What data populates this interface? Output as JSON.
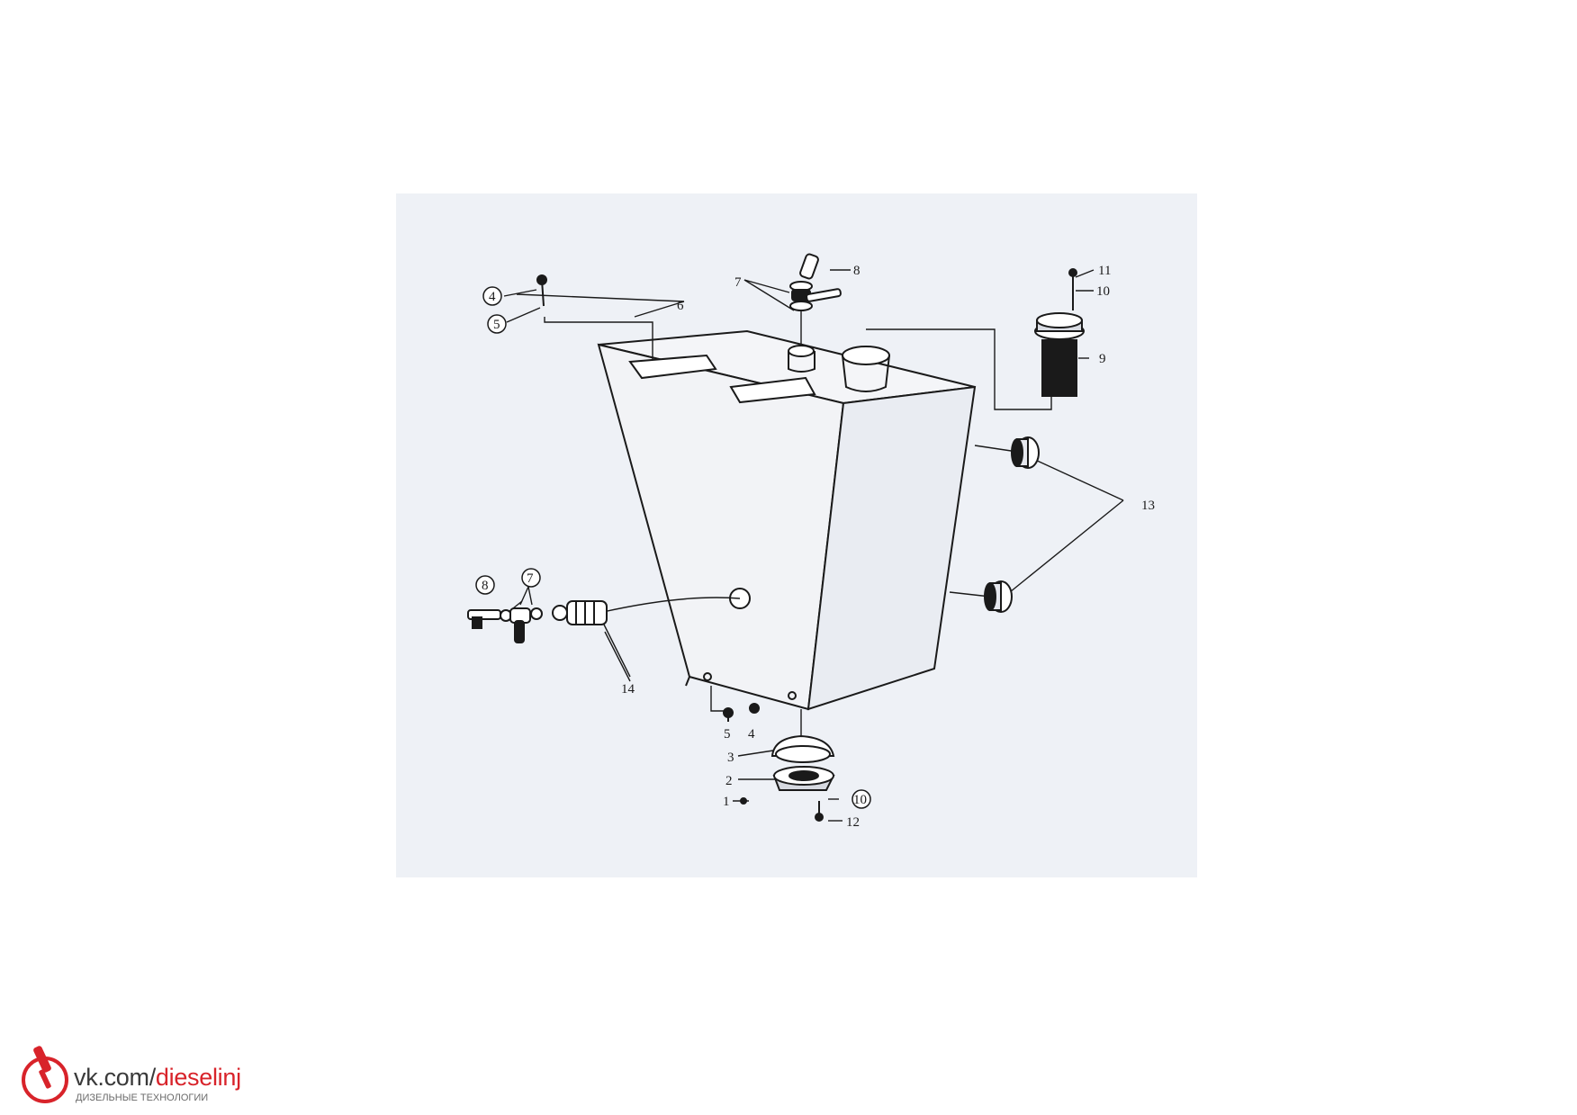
{
  "diagram": {
    "callouts": {
      "c1": "1",
      "c2": "2",
      "c3": "3",
      "c4_top": "4",
      "c4_bottom": "4",
      "c5_top": "5",
      "c5_bottom": "5",
      "c6": "6",
      "c7_top": "7",
      "c7_left": "7",
      "c8_top": "8",
      "c8_left": "8",
      "c9": "9",
      "c10_top": "10",
      "c10_bottom": "10",
      "c11": "11",
      "c12": "12",
      "c13": "13",
      "c14": "14"
    }
  },
  "footer": {
    "url_prefix": "vk.com/",
    "url_accent": "dieselinj",
    "tagline": "ДИЗЕЛЬНЫЕ ТЕХНОЛОГИИ"
  },
  "colors": {
    "panel": "#eef1f6",
    "ink": "#1a1a1a",
    "brand_red": "#d8232a"
  }
}
